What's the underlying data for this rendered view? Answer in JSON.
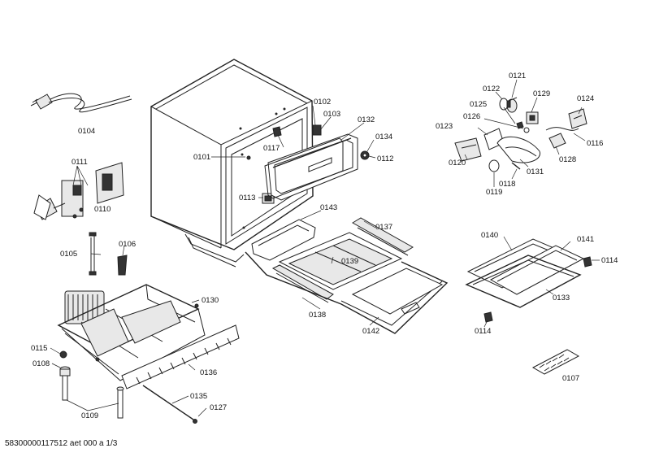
{
  "document_id": "58300000117512 aet 000 a 1/3",
  "labels": {
    "p0101": "0101",
    "p0102": "0102",
    "p0103": "0103",
    "p0104": "0104",
    "p0105": "0105",
    "p0106": "0106",
    "p0107": "0107",
    "p0108": "0108",
    "p0109": "0109",
    "p0110": "0110",
    "p0111": "0111",
    "p0112": "0112",
    "p0113": "0113",
    "p0114a": "0114",
    "p0114b": "0114",
    "p0115": "0115",
    "p0116": "0116",
    "p0117": "0117",
    "p0118": "0118",
    "p0119": "0119",
    "p0120": "0120",
    "p0121": "0121",
    "p0122": "0122",
    "p0123": "0123",
    "p0124": "0124",
    "p0125": "0125",
    "p0126": "0126",
    "p0127": "0127",
    "p0128": "0128",
    "p0129": "0129",
    "p0130": "0130",
    "p0131": "0131",
    "p0132": "0132",
    "p0133": "0133",
    "p0134": "0134",
    "p0135": "0135",
    "p0136": "0136",
    "p0137": "0137",
    "p0138": "0138",
    "p0139": "0139",
    "p0140": "0140",
    "p0141": "0141",
    "p0142": "0142",
    "p0143": "0143"
  }
}
